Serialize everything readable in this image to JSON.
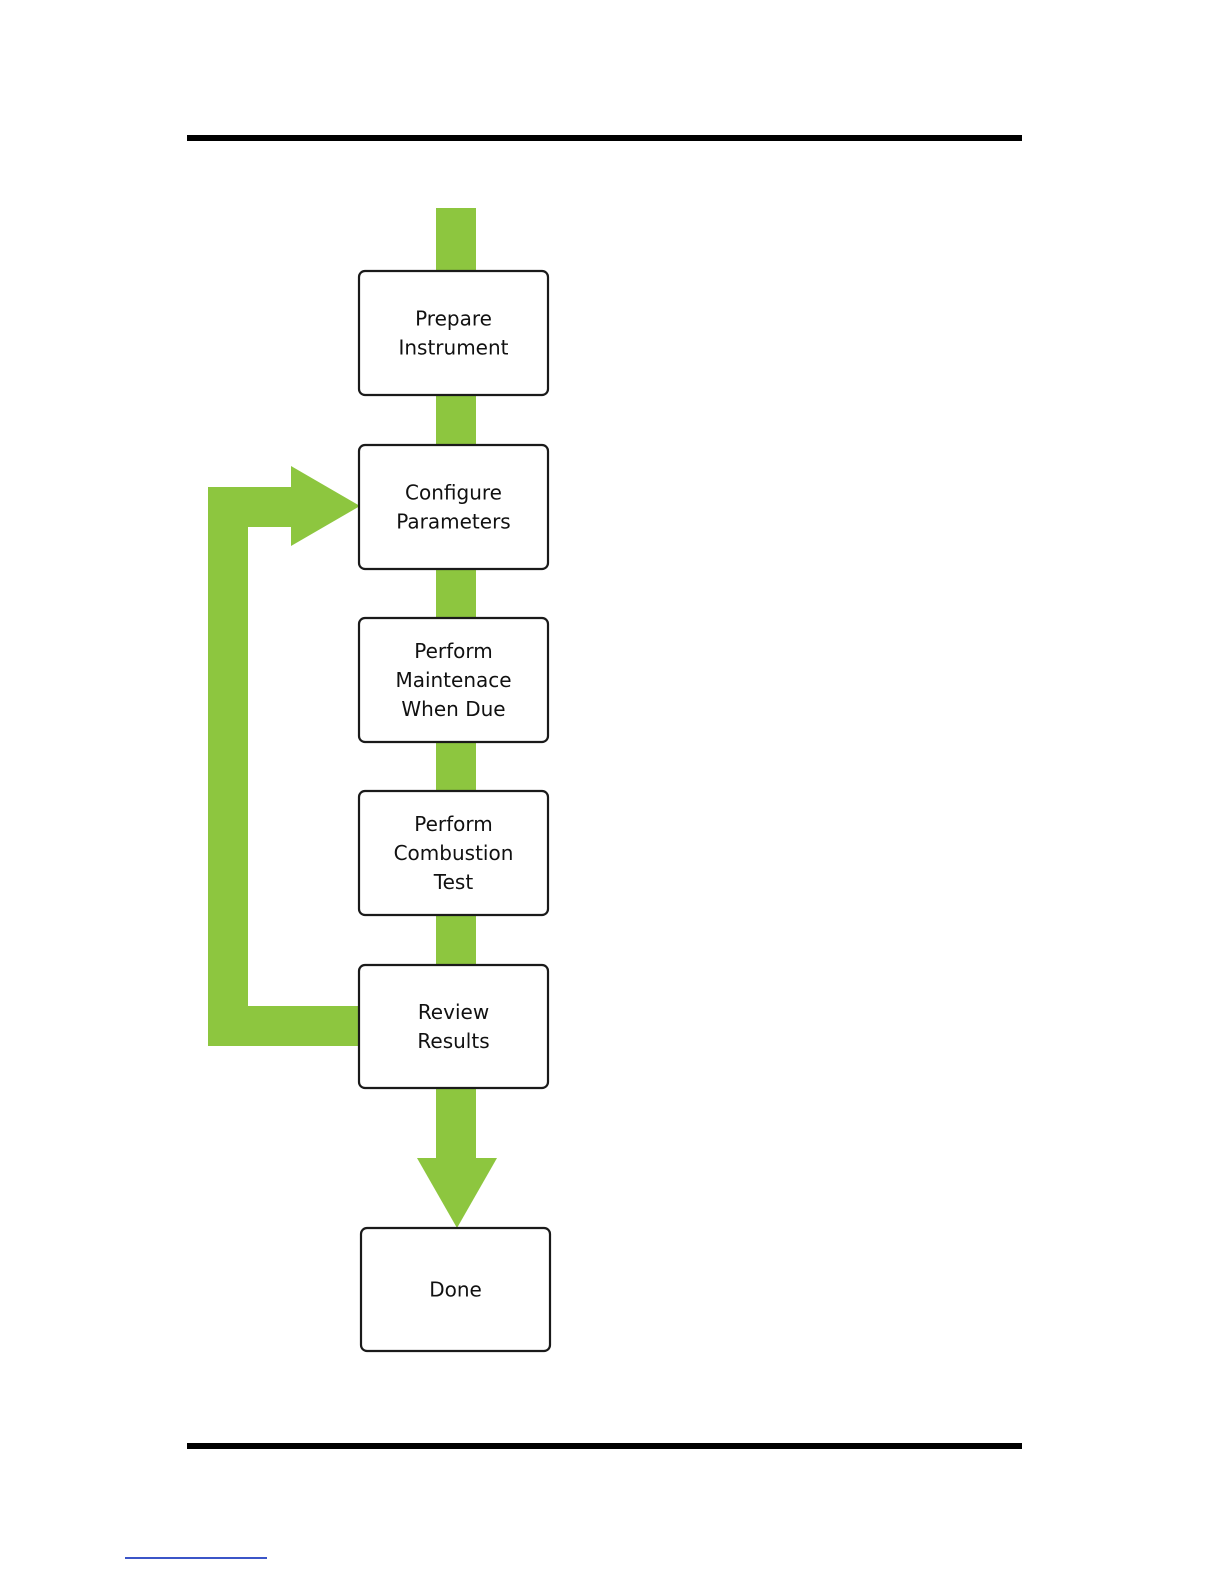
{
  "colors": {
    "arrow": "#8dc63f",
    "box_border": "#1a1a1a",
    "rule": "#000000"
  },
  "diagram": {
    "steps": [
      {
        "id": "prepare-instrument",
        "lines": [
          "Prepare",
          "Instrument"
        ]
      },
      {
        "id": "configure-parameters",
        "lines": [
          "Configure",
          "Parameters"
        ]
      },
      {
        "id": "perform-maintenance",
        "lines": [
          "Perform",
          "Maintenace",
          "When Due"
        ]
      },
      {
        "id": "perform-combustion-test",
        "lines": [
          "Perform",
          "Combustion",
          "Test"
        ]
      },
      {
        "id": "review-results",
        "lines": [
          "Review",
          "Results"
        ]
      },
      {
        "id": "done",
        "lines": [
          "Done"
        ]
      }
    ],
    "loop": {
      "from": "review-results",
      "to": "configure-parameters"
    }
  }
}
